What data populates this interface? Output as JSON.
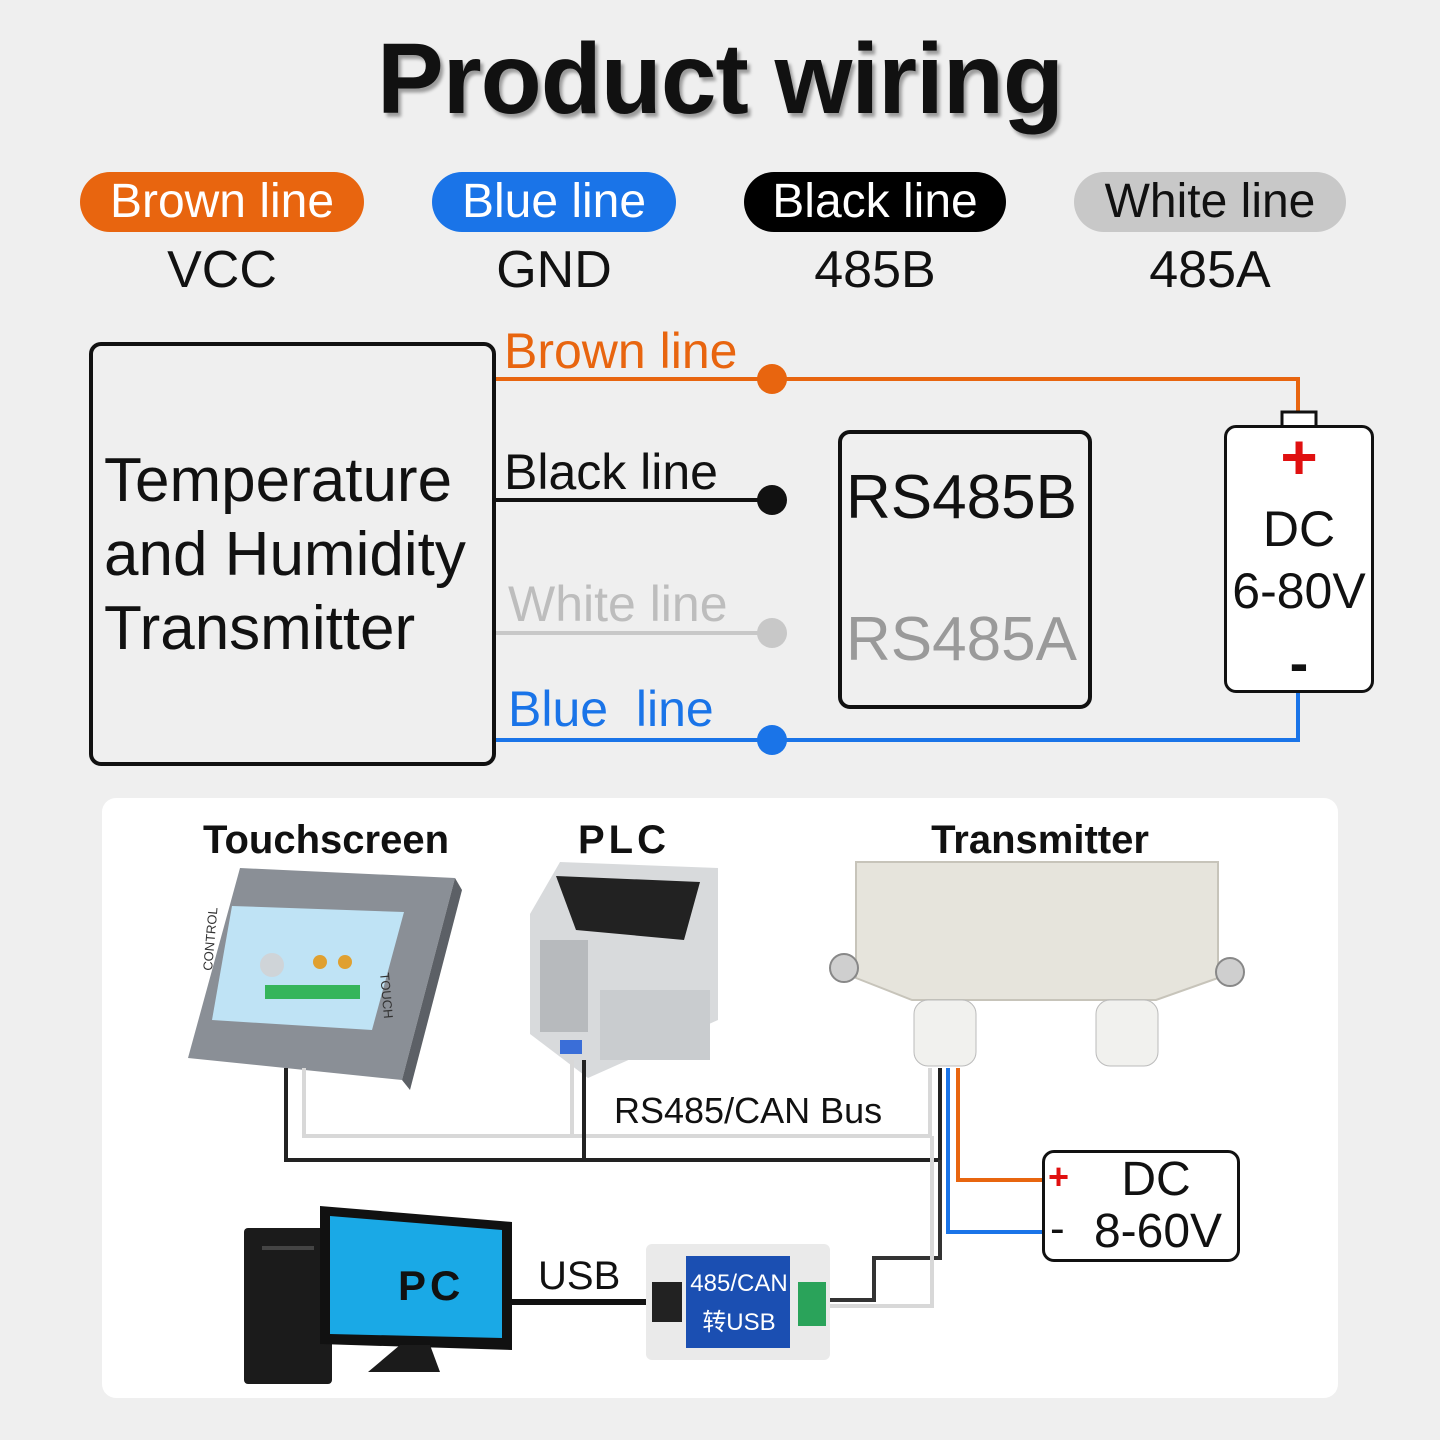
{
  "title": "Product wiring",
  "legend": [
    {
      "name": "Brown line",
      "signal": "VCC",
      "color": "#e8650f",
      "text_color": "#ffffff"
    },
    {
      "name": "Blue line",
      "signal": "GND",
      "color": "#1a74e8",
      "text_color": "#ffffff"
    },
    {
      "name": "Black line",
      "signal": "485B",
      "color": "#000000",
      "text_color": "#ffffff"
    },
    {
      "name": "White line",
      "signal": "485A",
      "color": "#c8c8c8",
      "text_color": "#111111"
    }
  ],
  "wiring": {
    "device_lines": [
      "Temperature",
      "and Humidity",
      "Transmitter"
    ],
    "brown_label": "Brown line",
    "black_label": "Black line",
    "white_label": "White line",
    "blue_label": "Blue  line",
    "rs485b": "RS485B",
    "rs485a": "RS485A",
    "battery_plus": "+",
    "battery_line1": "DC",
    "battery_line2": "6-80V",
    "battery_minus": "-"
  },
  "network": {
    "touchscreen": "Touchscreen",
    "plc": "PLC",
    "transmitter": "Transmitter",
    "bus_label": "RS485/CAN Bus",
    "pc_label": "PC",
    "usb_label": "USB",
    "converter_line1": "485/CAN",
    "converter_line2": "转USB",
    "dc_plus": "+",
    "dc_minus": "-",
    "dc_line1": "DC",
    "dc_line2": "8-60V",
    "touch_bezel_left": "CONTROL",
    "touch_bezel_right": "TOUCH"
  }
}
